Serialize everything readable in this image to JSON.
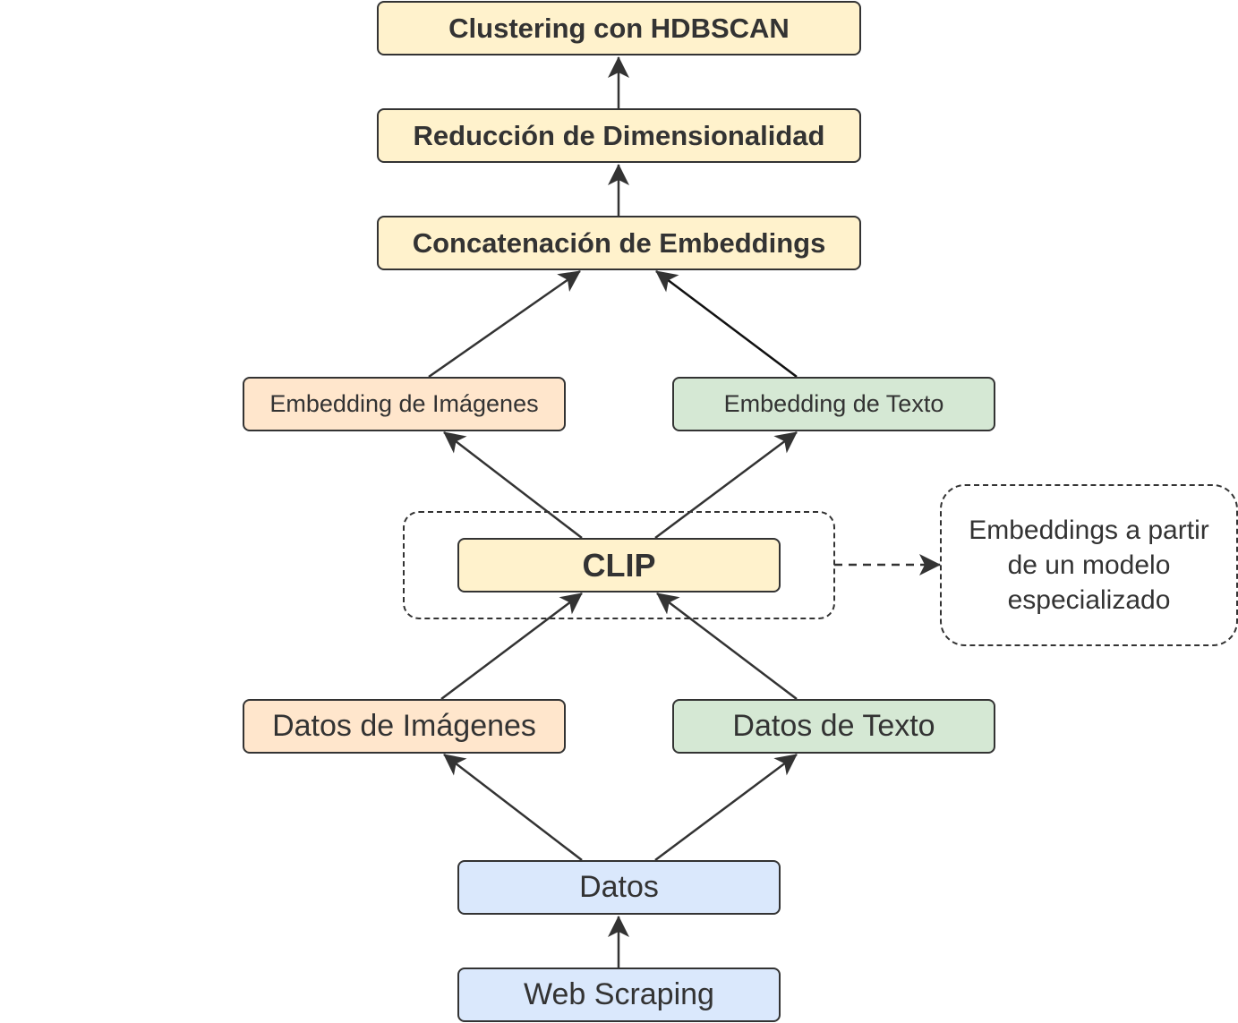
{
  "nodes": {
    "clustering": "Clustering con HDBSCAN",
    "reduccion": "Reducción de Dimensionalidad",
    "concatenacion": "Concatenación de Embeddings",
    "embedding_imagenes": "Embedding de Imágenes",
    "embedding_texto": "Embedding de Texto",
    "clip": "CLIP",
    "datos_imagenes": "Datos de Imágenes",
    "datos_texto": "Datos de Texto",
    "datos": "Datos",
    "web_scraping": "Web Scraping"
  },
  "note": {
    "text": "Embeddings a partir de un modelo especializado"
  },
  "colors": {
    "process": "#fff2cc",
    "image": "#ffe6cc",
    "text": "#d5e8d4",
    "data": "#dae8fc",
    "stroke": "#333333"
  }
}
